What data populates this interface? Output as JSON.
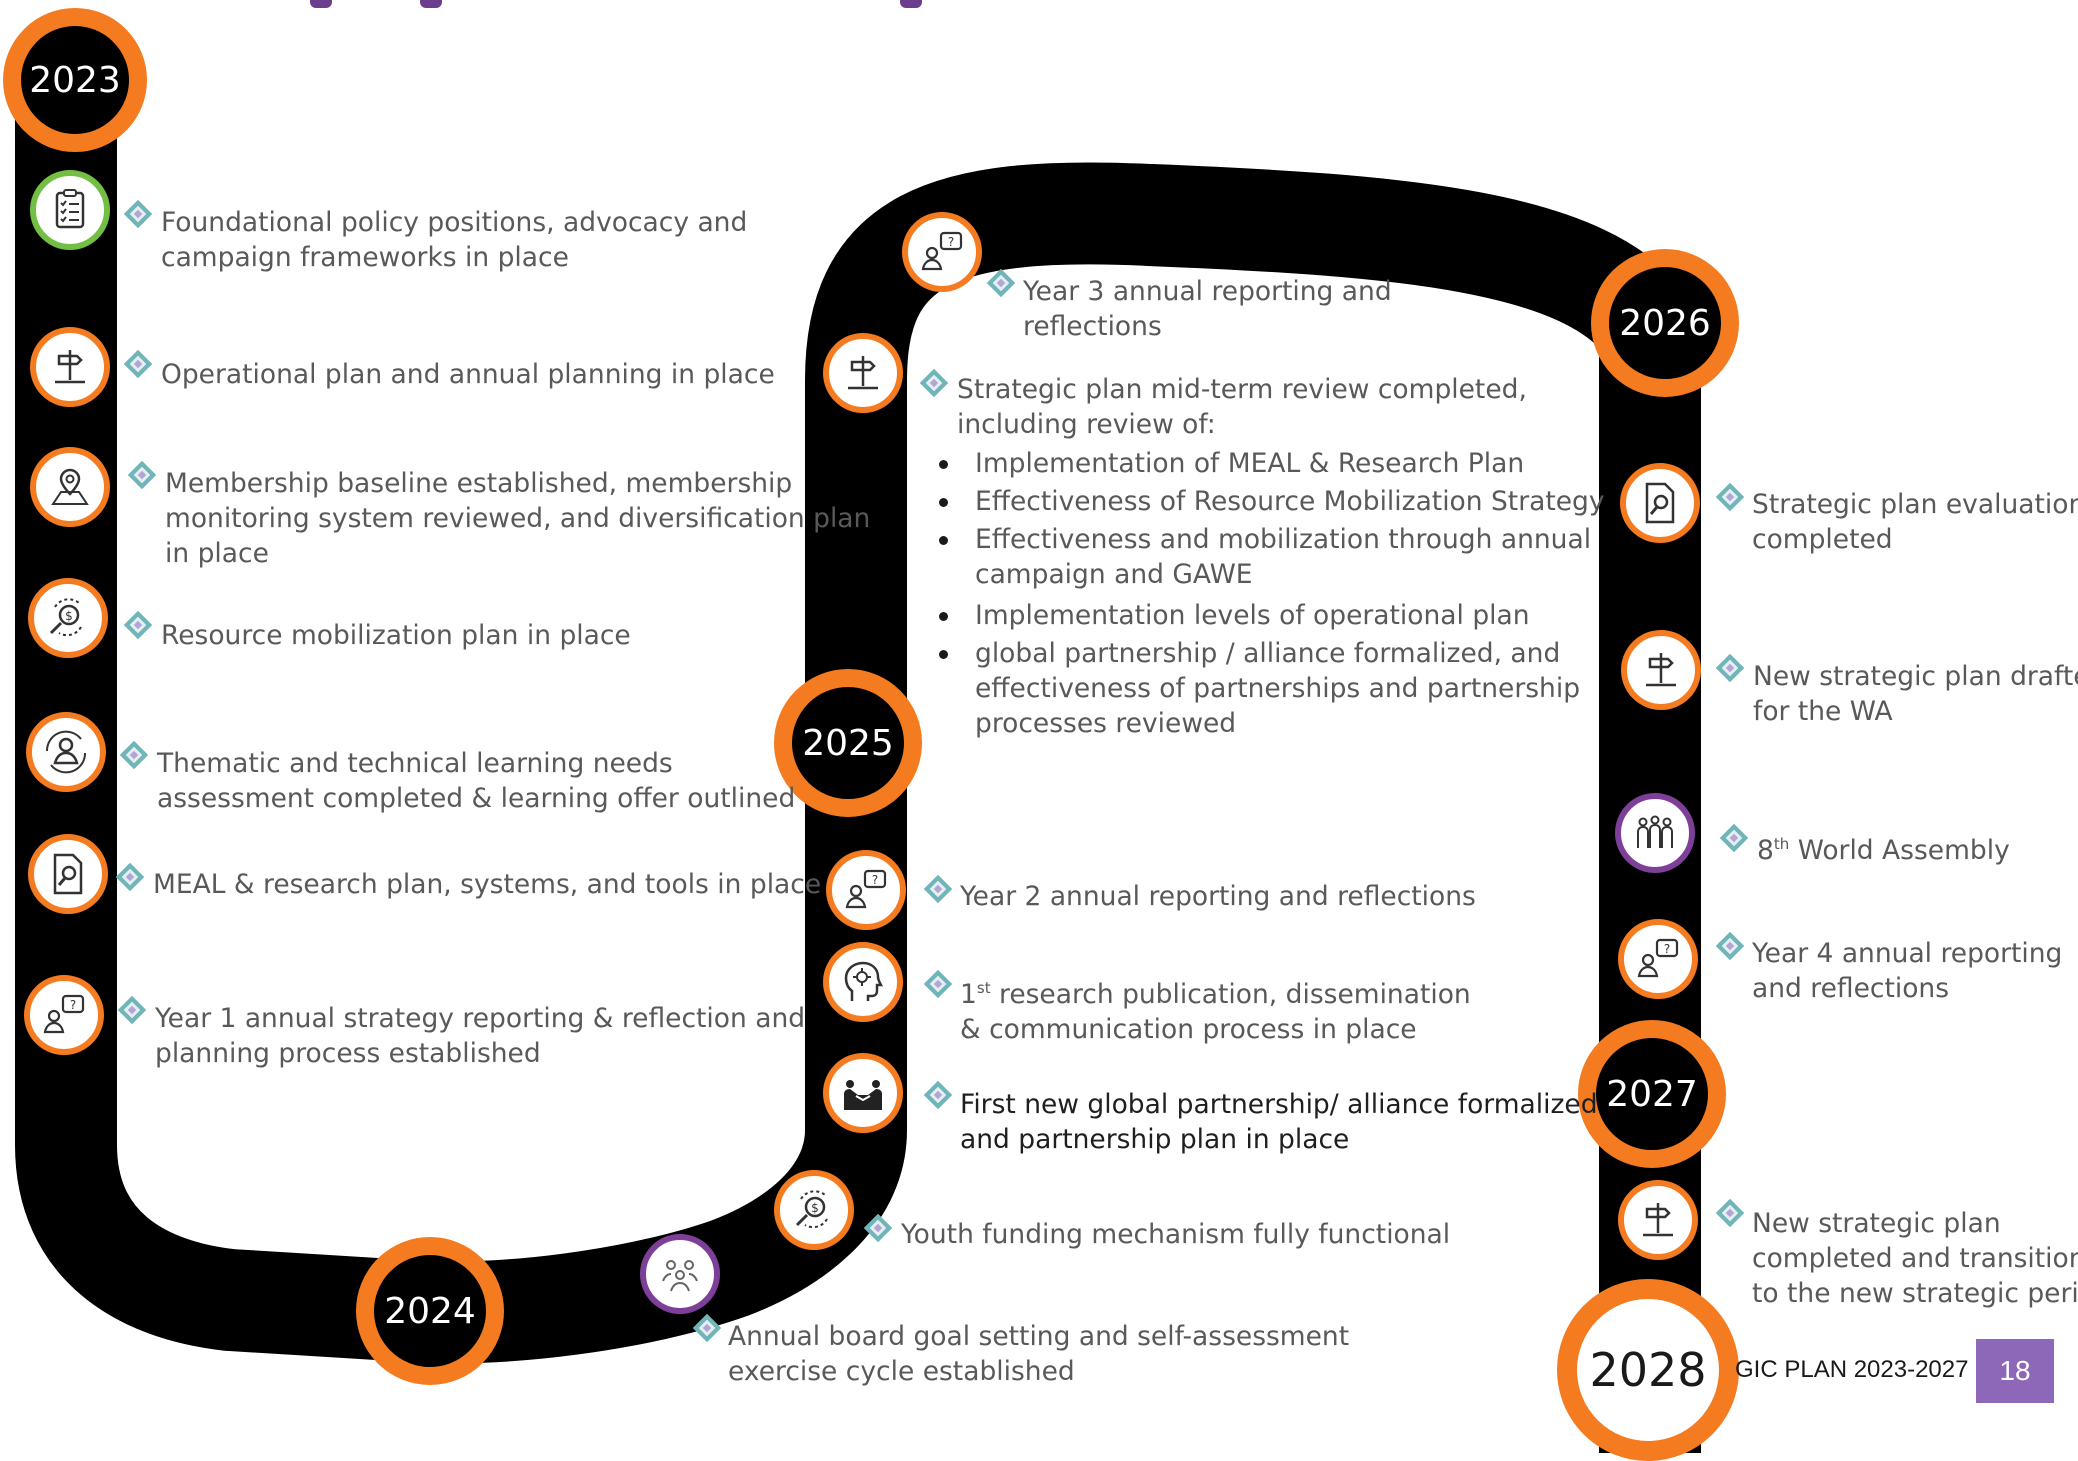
{
  "years": {
    "y2023": "2023",
    "y2024": "2024",
    "y2025": "2025",
    "y2026": "2026",
    "y2027": "2027",
    "y2028": "2028"
  },
  "milestones": {
    "m1": [
      "Foundational policy positions, advocacy and",
      "campaign frameworks in place"
    ],
    "m2": [
      "Operational plan and annual planning in place"
    ],
    "m3": [
      "Membership baseline established, membership",
      "monitoring system reviewed, and diversification plan",
      "in place"
    ],
    "m4": [
      "Resource mobilization plan in place"
    ],
    "m5": [
      "Thematic and technical learning needs",
      "assessment completed & learning offer outlined"
    ],
    "m6": [
      "MEAL & research plan, systems, and tools in place"
    ],
    "m7": [
      "Year 1 annual strategy reporting & reflection and",
      "planning process established"
    ],
    "m8": [
      "Annual board goal setting and self-assessment",
      "exercise cycle established"
    ],
    "m9": [
      "Youth funding mechanism fully functional"
    ],
    "m10": [
      "First new global partnership/ alliance formalized",
      "and partnership plan in place"
    ],
    "m11": {
      "sup_prefix": "1",
      "sup": "st",
      "line1_rest": " research publication, dissemination",
      "line2": "& communication process in place"
    },
    "m12": [
      "Year 2 annual reporting and reflections"
    ],
    "m13": {
      "lines": [
        "Strategic plan mid-term review completed,",
        "including review of:"
      ],
      "bullets": [
        "Implementation of MEAL & Research Plan",
        "Effectiveness of Resource Mobilization Strategy",
        "Effectiveness and mobilization through annual",
        "campaign and GAWE",
        "Implementation levels of operational plan",
        "global partnership / alliance formalized, and",
        "effectiveness of partnerships and partnership",
        "processes reviewed"
      ]
    },
    "m14": [
      "Year 3 annual reporting and",
      "reflections"
    ],
    "m15": [
      "Strategic plan evaluation",
      "completed"
    ],
    "m16": [
      "New strategic plan drafted",
      "for the WA"
    ],
    "m17": {
      "prefix": "8",
      "sup": "th",
      "rest": " World Assembly"
    },
    "m18": [
      "Year 4 annual reporting",
      "and reflections"
    ],
    "m19": [
      "New strategic plan",
      "completed and transition",
      "to the new strategic period"
    ]
  },
  "icons": [
    "checklist-icon",
    "signpost-icon",
    "map-pin-icon",
    "funding-cycle-icon",
    "learner-cycle-icon",
    "document-search-icon",
    "feedback-icon",
    "group-icon",
    "funding-cycle-icon",
    "handshake-icon",
    "research-head-icon",
    "feedback-icon",
    "signpost-icon",
    "feedback-icon",
    "document-search-icon",
    "signpost-icon",
    "assembly-icon",
    "feedback-icon",
    "signpost-icon"
  ],
  "footer": {
    "label": "GIC PLAN 2023-2027",
    "page": "18"
  },
  "colors": {
    "road": "#000000",
    "accent": "#f47b20",
    "green": "#72bf44",
    "purple": "#7e3f98",
    "badge": "#8e68b8"
  }
}
